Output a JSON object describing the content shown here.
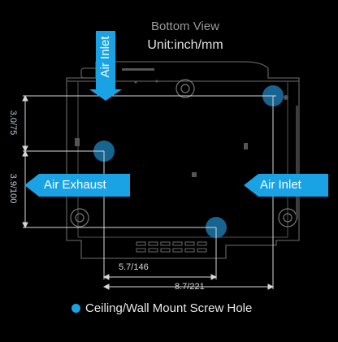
{
  "title": "Bottom View",
  "unit": "Unit:inch/mm",
  "air_inlet_top": "Air Inlet",
  "air_exhaust": "Air Exhaust",
  "air_inlet_right": "Air Inlet",
  "dim_vertical_top": "3.0/75",
  "dim_vertical_bottom": "3.9/100",
  "dim_horizontal_inner": "5.7/146",
  "dim_horizontal_outer": "8.7/221",
  "legend": "Ceiling/Wall Mount Screw Hole",
  "colors": {
    "accent": "#1aa3e4",
    "screw_marker": "#1b6fa0",
    "line": "#d8d8d8",
    "body": "#5a5a5a"
  }
}
